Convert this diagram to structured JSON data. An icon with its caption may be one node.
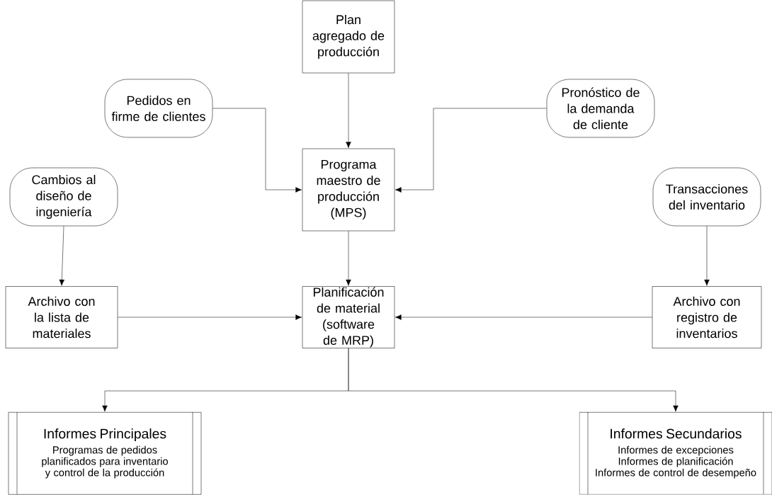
{
  "diagram": {
    "nodes": [
      {
        "text": [
          "Plan agregado de producción"
        ]
      },
      {
        "text": [
          "Pedidos en firme de clientes"
        ]
      },
      {
        "text": [
          "Pronóstico de la demanda de cliente"
        ]
      },
      {
        "text": [
          "Cambios al diseño de ingeniería"
        ]
      },
      {
        "text": [
          "Programa maestro de producción (MPS)"
        ]
      },
      {
        "text": [
          "Transacciones del inventario"
        ]
      },
      {
        "text": [
          "Archivo con la lista de materiales"
        ]
      },
      {
        "text": [
          "Planificación de material (software de MRP)"
        ]
      },
      {
        "text": [
          "Archivo con registro de inventarios"
        ]
      },
      {
        "text": [
          "Informes Principales",
          "Programas de pedidos planificados para inventario y control de la producción"
        ]
      },
      {
        "text": [
          "Informes Secundarios",
          "Informes de excepciones",
          "Informes de planificación",
          "Informes de control de desempeño"
        ]
      }
    ],
    "edges": [
      {
        "from": 0,
        "to": 4,
        "arrow": "to"
      },
      {
        "from": 1,
        "to": 4,
        "arrow": "to"
      },
      {
        "from": 2,
        "to": 4,
        "arrow": "to"
      },
      {
        "from": 3,
        "to": 6,
        "arrow": "to"
      },
      {
        "from": 5,
        "to": 8,
        "arrow": "to"
      },
      {
        "from": 4,
        "to": 7,
        "arrow": "to"
      },
      {
        "from": 6,
        "to": 7,
        "arrow": "to"
      },
      {
        "from": 8,
        "to": 7,
        "arrow": "to"
      },
      {
        "from": 7,
        "to": 9,
        "arrow": "to"
      },
      {
        "from": 7,
        "to": 10,
        "arrow": "to"
      }
    ]
  }
}
